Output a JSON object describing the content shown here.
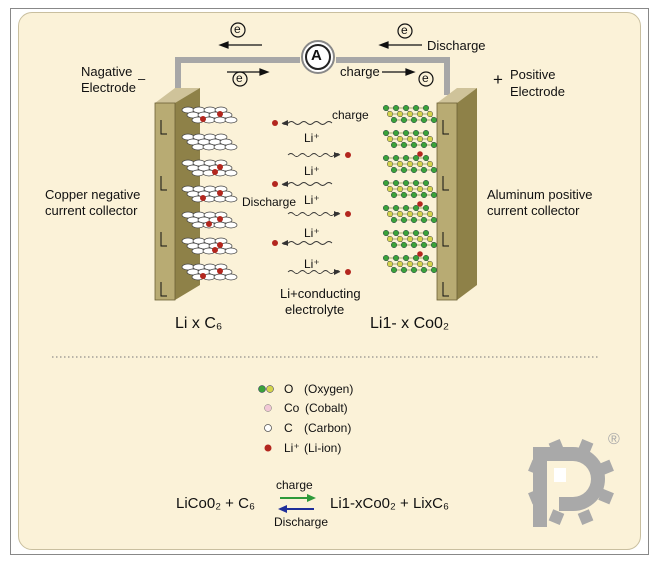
{
  "labels": {
    "electron": "e",
    "ammeter": "A",
    "discharge_top": "Discharge",
    "charge_top": "charge",
    "negative_electrode_line1": "Nagative",
    "negative_electrode_line2": "Electrode",
    "negative_sign": "–",
    "positive_sign": "+",
    "positive_electrode_line1": "Positive",
    "positive_electrode_line2": "Electrode",
    "copper_line1": "Copper negative",
    "copper_line2": "current collector",
    "aluminum_line1": "Aluminum positive",
    "aluminum_line2": "current collector",
    "charge_mid": "charge",
    "discharge_mid": "Discharge",
    "li_plus": "Li⁺",
    "electrolyte_line1": "Li+conducting",
    "electrolyte_line2": "electrolyte",
    "anode_formula": "Li x C₆",
    "cathode_formula": "Li1- x Co0₂"
  },
  "legend": [
    {
      "symbol": "O",
      "desc": "(Oxygen)"
    },
    {
      "symbol": "Co",
      "desc": "(Cobalt)"
    },
    {
      "symbol": "C",
      "desc": "(Carbon)"
    },
    {
      "symbol": "Li⁺",
      "desc": "(Li-ion)"
    }
  ],
  "equation": {
    "left": "LiCo0₂ + C₆",
    "right": "Li1-xCo0₂ + LixC₆",
    "charge": "charge",
    "discharge": "Discharge"
  },
  "logo_mark": "®",
  "colors": {
    "background": "#fbf2d8",
    "wire": "#a7a7a7",
    "collector": "#a79a5e",
    "li_ion": "#b3261e",
    "oxygen": "#3aa23a",
    "cobalt": "#d4d44c",
    "charge_arrow": "#2e9a3a",
    "discharge_arrow": "#1f2f9a",
    "logo": "#a9a9a9"
  }
}
